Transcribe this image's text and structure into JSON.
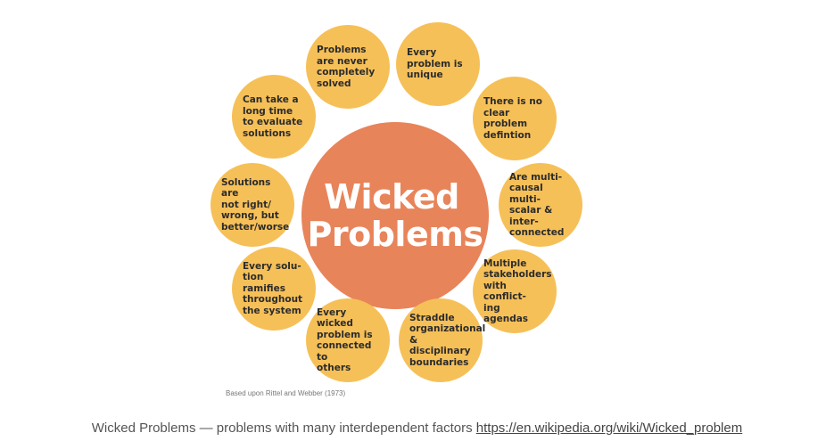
{
  "colors": {
    "petal": "#f6c058",
    "core": "#e8845a"
  },
  "diagram": {
    "center": {
      "line1": "Wicked",
      "line2": "Problems"
    },
    "petals": [
      "Problems\nare never\ncompletely\nsolved",
      "Every\nproblem is\nunique",
      "There is no\nclear problem\ndefintion",
      "Are multi-\ncausal multi-\nscalar & inter-\nconnected",
      "Multiple\nstakeholders\nwith conflict-\ning agendas",
      "Straddle\norganizational\n& disciplinary\nboundaries",
      "Every wicked\nproblem is\nconnected to\nothers",
      "Every solu-\ntion ramifies\nthroughout\nthe system",
      "Solutions are\nnot right/\nwrong, but\nbetter/worse",
      "Can take a\nlong time\nto evaluate\nsolutions"
    ],
    "credit": "Based upon Rittel and Webber (1973)"
  },
  "caption": {
    "text": "Wicked Problems — problems with many interdependent factors ",
    "link": "https://en.wikipedia.org/wiki/Wicked_problem"
  }
}
